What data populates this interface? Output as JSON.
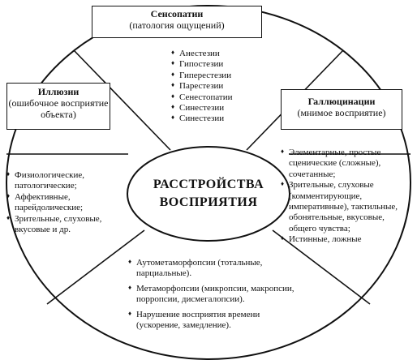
{
  "top_box": {
    "title": "Сенсопатии",
    "subtitle": "(патология ощущений)"
  },
  "left_box": {
    "title": "Иллюзии",
    "subtitle": "(ошибочное восприятие объекта)"
  },
  "right_box": {
    "title": "Галлюцинации",
    "subtitle": "(мнимое восприятие)"
  },
  "center": {
    "line1": "РАССТРОЙСТВА",
    "line2": "ВОСПРИЯТИЯ"
  },
  "sensopathy_items": [
    "Анестезии",
    "Гипостезии",
    "Гиперестезии",
    "Парестезии",
    "Сенестопатии",
    "Синестезии",
    "Синестезии"
  ],
  "illusion_items": [
    "Физиологические, патологические;",
    "Аффективные, парейдолические;",
    "Зрительные, слуховые, вкусовые и др."
  ],
  "hallucination_items": [
    "Элементарные, простые сценические (сложные), сочетанные;",
    "Зрительные, слуховые (комментирующие, императивные), тактильные, обонятельные, вкусовые, общего чувства;",
    "Истинные, ложные"
  ],
  "bottom_items": [
    "Аутометаморфопсии (тотальные, парциальные).",
    "Метаморфопсии (микропсии, макропсии, порропсии, дисмегалопсии).",
    "Нарушение восприятия времени (ускорение, замедление)."
  ]
}
